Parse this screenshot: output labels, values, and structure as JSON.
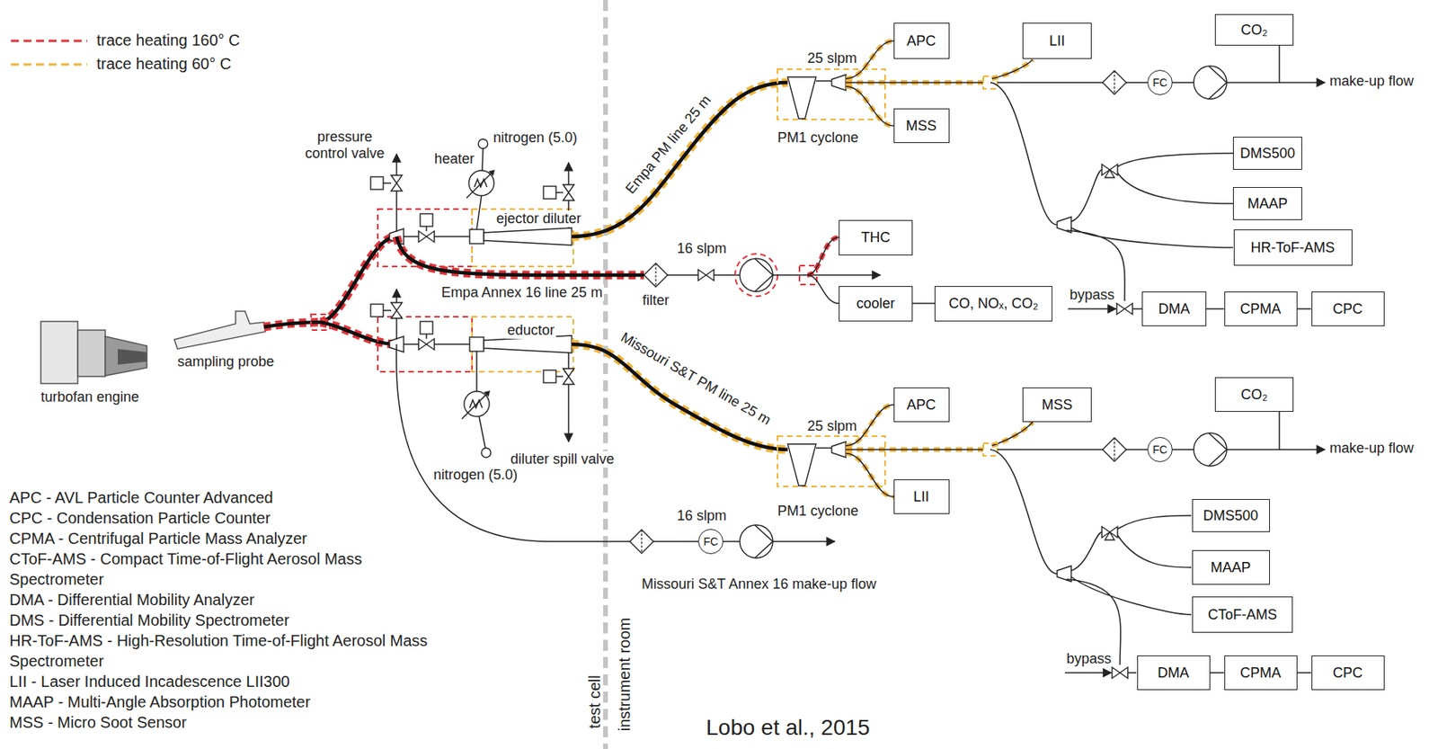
{
  "diagram": {
    "caption": "Lobo et al., 2015",
    "nodes": [
      {
        "text": [
          "APC"
        ]
      },
      {
        "text": [
          "LII"
        ]
      },
      {
        "text": [
          "CO₂"
        ]
      },
      {
        "text": [
          "MSS"
        ]
      },
      {
        "text": [
          "FC"
        ]
      },
      {
        "text": [
          "DMS500"
        ]
      },
      {
        "text": [
          "MAAP"
        ]
      },
      {
        "text": [
          "HR-ToF-AMS"
        ]
      },
      {
        "text": [
          "THC"
        ]
      },
      {
        "text": [
          "cooler"
        ]
      },
      {
        "text": [
          "CO, NOₓ, CO₂"
        ]
      },
      {
        "text": [
          "DMA"
        ]
      },
      {
        "text": [
          "CPMA"
        ]
      },
      {
        "text": [
          "CPC"
        ]
      },
      {
        "text": [
          "APC"
        ]
      },
      {
        "text": [
          "MSS"
        ]
      },
      {
        "text": [
          "CO₂"
        ]
      },
      {
        "text": [
          "FC"
        ]
      },
      {
        "text": [
          "LII"
        ]
      },
      {
        "text": [
          "DMS500"
        ]
      },
      {
        "text": [
          "MAAP"
        ]
      },
      {
        "text": [
          "FC"
        ]
      },
      {
        "text": [
          "CToF-AMS"
        ]
      },
      {
        "text": [
          "DMA"
        ]
      },
      {
        "text": [
          "CPMA"
        ]
      },
      {
        "text": [
          "CPC"
        ]
      }
    ],
    "edges": [
      {
        "from": 9,
        "to": 10,
        "arrow": "none"
      },
      {
        "from": 11,
        "to": 12,
        "arrow": "none"
      },
      {
        "from": 12,
        "to": 13,
        "arrow": "none"
      },
      {
        "from": 23,
        "to": 24,
        "arrow": "none"
      },
      {
        "from": 24,
        "to": 25,
        "arrow": "none"
      }
    ],
    "labels": [
      "pressure control valve",
      "nitrogen (5.0)",
      "heater",
      "ejector diluter",
      "Empa PM line 25 m",
      "16 slpm",
      "Empa Annex 16 line 25 m",
      "filter",
      "sampling probe",
      "turbofan engine",
      "eductor",
      "Missouri S&T PM line 25 m",
      "diluter spill valve",
      "nitrogen (5.0)",
      "16 slpm",
      "Missouri S&T Annex 16 make-up flow",
      "25 slpm",
      "PM1 cyclone",
      "make-up flow",
      "bypass",
      "25 slpm",
      "PM1 cyclone",
      "make-up flow",
      "bypass",
      "test cell",
      "instrument room",
      "APC - AVL Particle Counter Advanced",
      "CPC - Condensation Particle Counter",
      "CPMA - Centrifugal Particle Mass Analyzer",
      "CToF-AMS - Compact Time-of-Flight Aerosol Mass Spectrometer",
      "DMA - Differential Mobility Analyzer",
      "DMS - Differential Mobility Spectrometer",
      "HR-ToF-AMS - High-Resolution Time-of-Flight Aerosol Mass Spectrometer",
      "LII - Laser Induced Incadescence LII300",
      "MAAP - Multi-Angle Absorption Photometer",
      "MSS - Micro Soot Sensor"
    ],
    "legend": [
      {
        "text": "trace heating 160° C"
      },
      {
        "text": "trace heating 60° C"
      }
    ]
  }
}
